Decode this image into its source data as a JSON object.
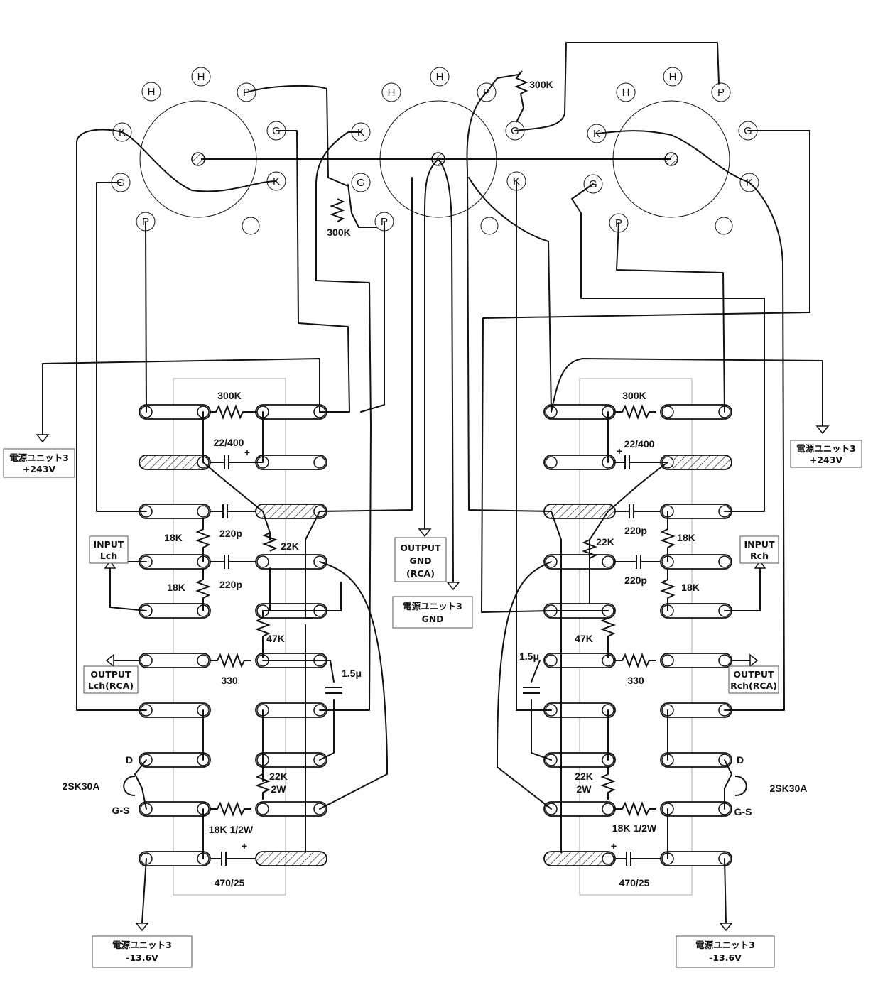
{
  "tube_pins": {
    "heater": "H",
    "plate": "P",
    "grid": "G",
    "cathode": "K"
  },
  "resistors": {
    "r300k": "300K",
    "r18k": "18K",
    "r22k": "22K",
    "r47k": "47K",
    "r330": "330",
    "r22k_2w_a": "22K",
    "r22k_2w_b": "2W",
    "r18k_half_w": "18K 1/2W"
  },
  "capacitors": {
    "c22_400": "22/400",
    "c220p": "220p",
    "c1_5u": "1.5μ",
    "c470_25": "470/25",
    "plus": "+"
  },
  "semiconductors": {
    "fet": "2SK30A",
    "drain": "D",
    "gate_source": "G-S"
  },
  "boxes": {
    "psu_plus_left": [
      "電源ユニット3",
      "+243V"
    ],
    "psu_plus_right": [
      "電源ユニット3",
      "+243V"
    ],
    "input_left": [
      "INPUT",
      "Lch"
    ],
    "input_right": [
      "INPUT",
      "Rch"
    ],
    "output_left": [
      "OUTPUT",
      "Lch(RCA)"
    ],
    "output_right": [
      "OUTPUT",
      "Rch(RCA)"
    ],
    "output_gnd": [
      "OUTPUT",
      "GND",
      "(RCA)"
    ],
    "psu_gnd": [
      "電源ユニット3",
      "GND"
    ],
    "psu_minus_left": [
      "電源ユニット3",
      "-13.6V"
    ],
    "psu_minus_right": [
      "電源ユニット3",
      "-13.6V"
    ]
  }
}
